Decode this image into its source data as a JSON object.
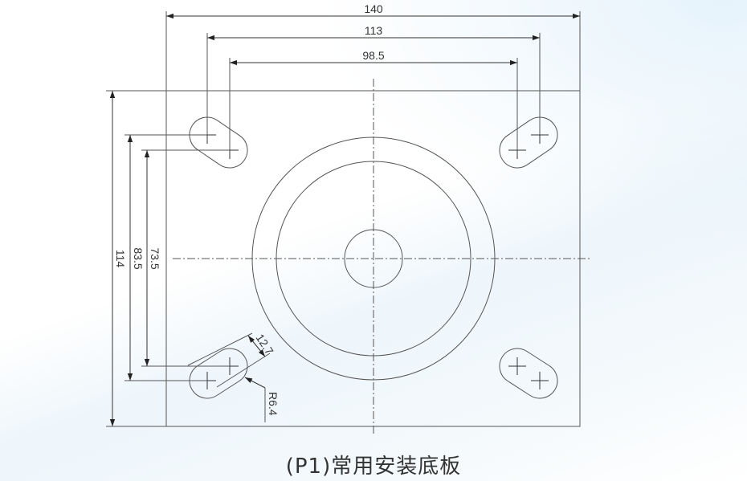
{
  "dimensions": {
    "width_140": "140",
    "hole_span_113": "113",
    "hole_span_98_5": "98.5",
    "height_114": "114",
    "hole_span_83_5": "83.5",
    "hole_span_73_5": "73.5",
    "slot_width": "12.7",
    "slot_radius": "R6.4"
  },
  "caption": "(P1)常用安装底板"
}
